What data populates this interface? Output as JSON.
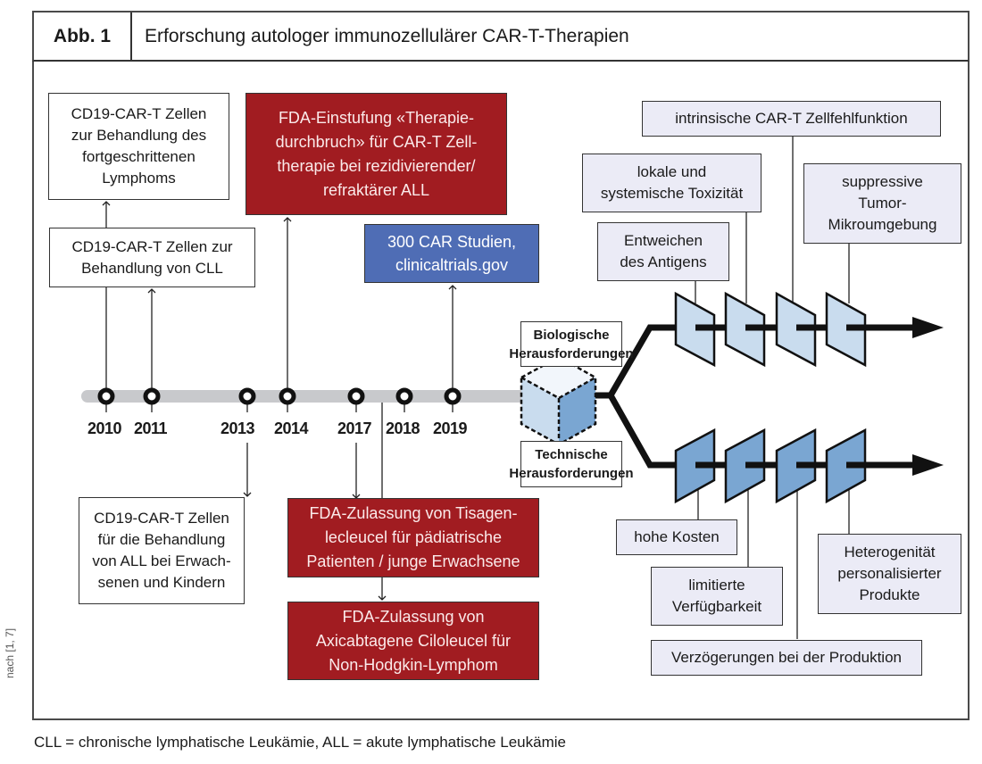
{
  "figure": {
    "label": "Abb. 1",
    "title": "Erforschung autologer immunozellulärer CAR-T-Therapien"
  },
  "timeline": {
    "years": [
      "2010",
      "2011",
      "2013",
      "2014",
      "2017",
      "2018",
      "2019"
    ]
  },
  "events_above": [
    {
      "text": "CD19-CAR-T Zellen\nzur Behandlung des\nfortgeschrittenen\nLymphoms",
      "style": "white"
    },
    {
      "text": "CD19-CAR-T Zellen zur\nBehandlung von CLL",
      "style": "white"
    },
    {
      "text": "FDA-Einstufung «Therapie-\ndurchbruch» für CAR-T Zell-\ntherapie bei rezidivierender/\nrefraktärer ALL",
      "style": "red"
    },
    {
      "text": "300 CAR Studien,\nclinicaltrials.gov",
      "style": "blue"
    }
  ],
  "events_below": [
    {
      "text": "CD19-CAR-T Zellen\nfür die Behandlung\nvon ALL bei Erwach-\nsenen und Kindern",
      "style": "white"
    },
    {
      "text": "FDA-Zulassung von Tisagen-\nlecleucel für pädiatrische\nPatienten / junge Erwachsene",
      "style": "red"
    },
    {
      "text": "FDA-Zulassung von\nAxicabtagene Ciloleucel für\nNon-Hodgkin-Lymphom",
      "style": "red"
    }
  ],
  "challenges": {
    "biological_label": "Biologische\nHerausforderungen",
    "technical_label": "Technische\nHerausforderungen",
    "biological": [
      "Entweichen\ndes Antigens",
      "lokale und\nsystemische Toxizität",
      "intrinsische CAR-T Zellfehlfunktion",
      "suppressive\nTumor-\nMikroumgebung"
    ],
    "technical": [
      "hohe Kosten",
      "limitierte\nVerfügbarkeit",
      "Verzögerungen bei der Produktion",
      "Heterogenität\npersonalisierter\nProdukte"
    ]
  },
  "colors": {
    "red": "#a11c21",
    "blue": "#4f6db5",
    "lavender": "#ebebf6",
    "light_blue": "#c9dcee",
    "mid_blue": "#7aa6d2",
    "timeline_gray": "#c8c9cc"
  },
  "source": "nach [1, 7]",
  "footnote": "CLL = chronische lymphatische Leukämie, ALL = akute lymphatische Leukämie"
}
